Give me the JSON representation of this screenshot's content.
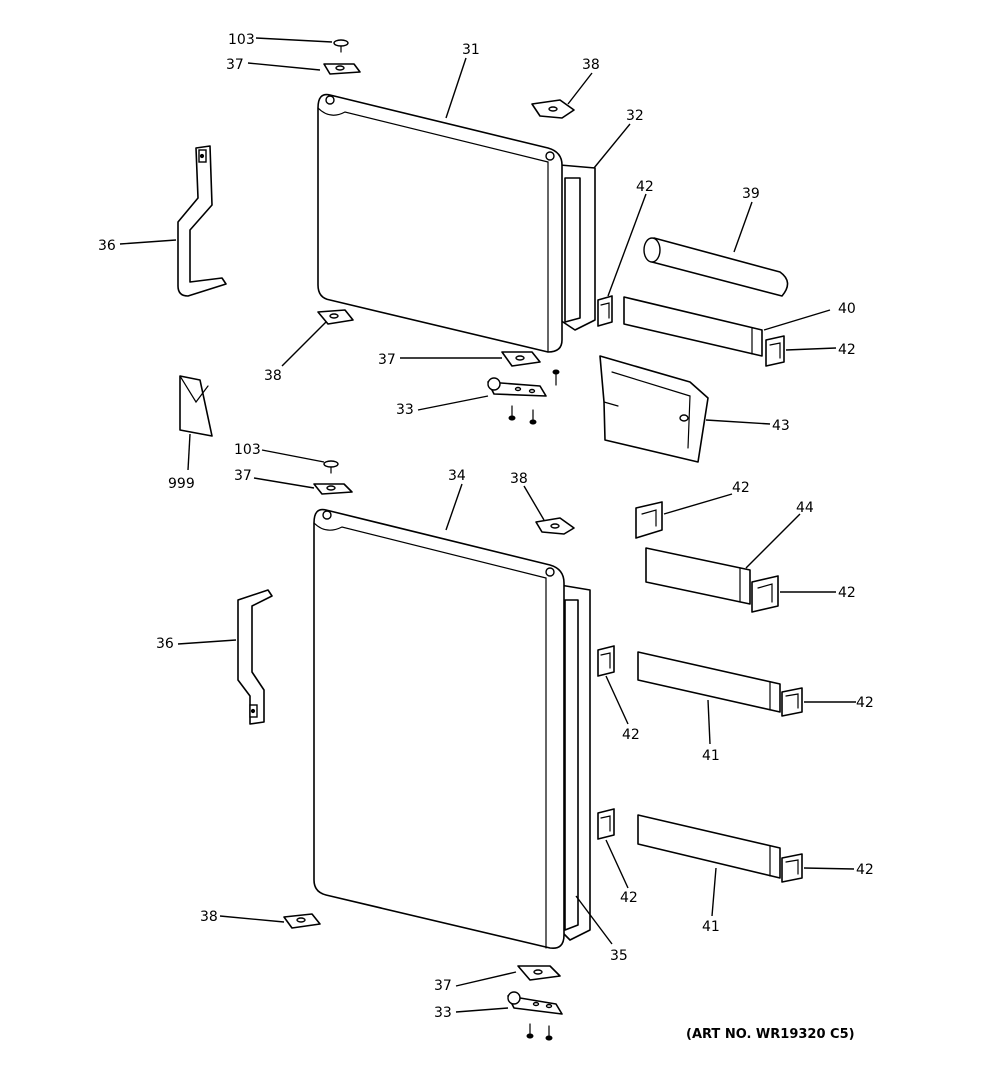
{
  "art_number": "(ART NO. WR19320 C5)",
  "callouts": [
    {
      "id": "c103a",
      "label": "103"
    },
    {
      "id": "c37a",
      "label": "37"
    },
    {
      "id": "c31",
      "label": "31"
    },
    {
      "id": "c38a",
      "label": "38"
    },
    {
      "id": "c32",
      "label": "32"
    },
    {
      "id": "c42a",
      "label": "42"
    },
    {
      "id": "c39",
      "label": "39"
    },
    {
      "id": "c36a",
      "label": "36"
    },
    {
      "id": "c40",
      "label": "40"
    },
    {
      "id": "c42b",
      "label": "42"
    },
    {
      "id": "c38b",
      "label": "38"
    },
    {
      "id": "c37b",
      "label": "37"
    },
    {
      "id": "c33a",
      "label": "33"
    },
    {
      "id": "c43",
      "label": "43"
    },
    {
      "id": "c103b",
      "label": "103"
    },
    {
      "id": "c999",
      "label": "999"
    },
    {
      "id": "c37c",
      "label": "37"
    },
    {
      "id": "c34",
      "label": "34"
    },
    {
      "id": "c38c",
      "label": "38"
    },
    {
      "id": "c42c",
      "label": "42"
    },
    {
      "id": "c44",
      "label": "44"
    },
    {
      "id": "c42d",
      "label": "42"
    },
    {
      "id": "c36b",
      "label": "36"
    },
    {
      "id": "c42e",
      "label": "42"
    },
    {
      "id": "c42f",
      "label": "42"
    },
    {
      "id": "c41a",
      "label": "41"
    },
    {
      "id": "c42g",
      "label": "42"
    },
    {
      "id": "c42h",
      "label": "42"
    },
    {
      "id": "c38d",
      "label": "38"
    },
    {
      "id": "c41b",
      "label": "41"
    },
    {
      "id": "c35",
      "label": "35"
    },
    {
      "id": "c37d",
      "label": "37"
    },
    {
      "id": "c33b",
      "label": "33"
    }
  ]
}
